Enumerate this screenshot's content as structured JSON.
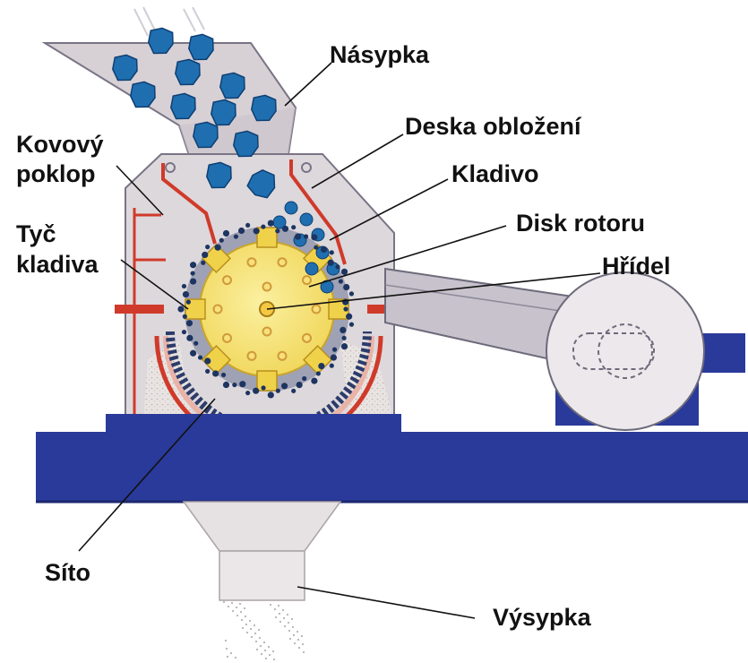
{
  "labels": {
    "nasypka": "Násypka",
    "deska": "Deska obložení",
    "kovovy_line1": "Kovový",
    "kovovy_line2": "poklop",
    "kladivo": "Kladivo",
    "tyc_line1": "Tyč",
    "tyc_line2": "kladiva",
    "disk": "Disk rotoru",
    "hridel": "Hřídel",
    "sito": "Síto",
    "vysypka": "Výsypka"
  },
  "colors": {
    "machine_body": "#d9d4d8",
    "frame_blue": "#2a3a9a",
    "rotor_yellow": "#f3e27a",
    "hammer_yellow": "#f0d24a",
    "lining_red": "#d03a2a",
    "ore_blue": "#1f6fb0",
    "outline": "#6a6a78"
  }
}
